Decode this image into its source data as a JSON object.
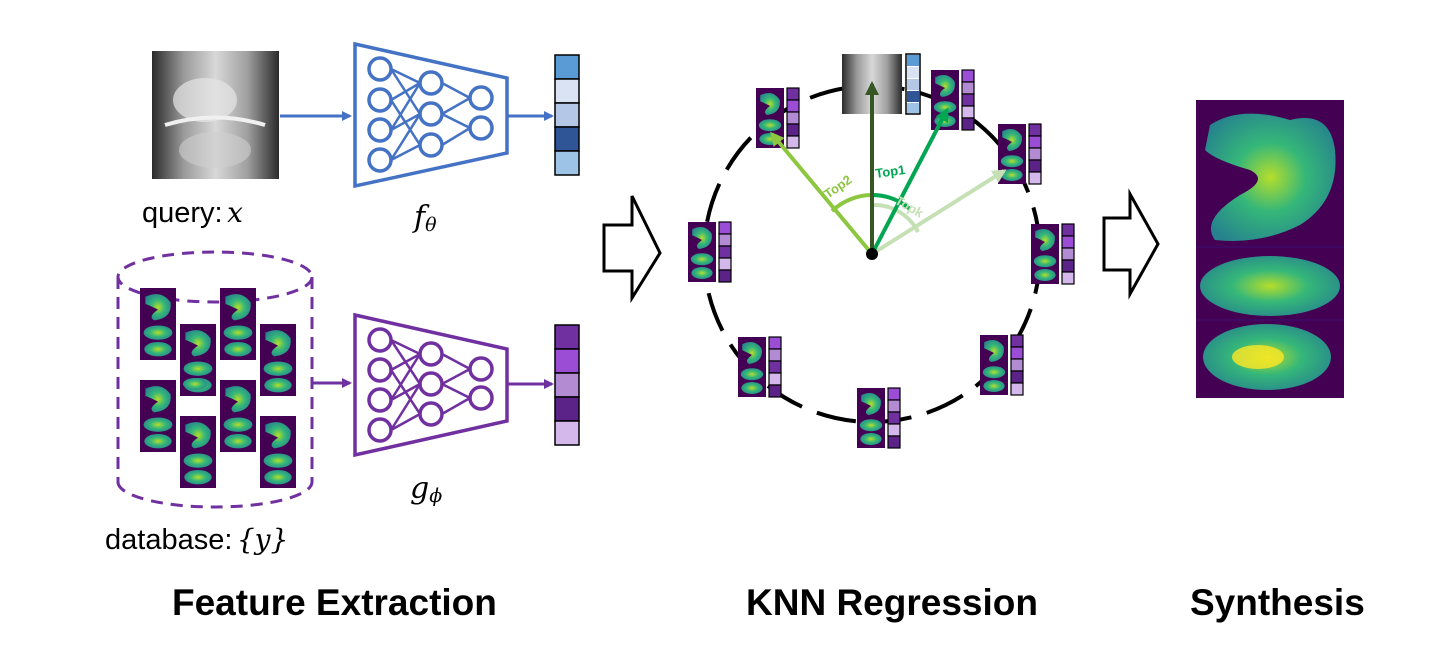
{
  "labels": {
    "query_prefix": "query:",
    "query_var": "x",
    "database_prefix": "database:",
    "database_var": "{y}",
    "f_symbol": "f",
    "f_sub": "θ",
    "g_symbol": "g",
    "g_sub": "ϕ"
  },
  "arrow_labels": {
    "top1": "Top1",
    "top2": "Top2",
    "topk": "Topk"
  },
  "sections": {
    "feature_extraction": "Feature Extraction",
    "knn_regression": "KNN Regression",
    "synthesis": "Synthesis"
  },
  "colors": {
    "encoder_f": "#4472c4",
    "encoder_g": "#7030a0",
    "top1": "#00a651",
    "top2": "#8dc63f",
    "topk": "#c5e0b4",
    "query_arrow": "#375623",
    "viridis_dark": "#440154",
    "viridis_mid": "#21918c",
    "viridis_light": "#fde725"
  },
  "query_feature_shades": [
    "#5b9bd5",
    "#dae3f3",
    "#b4c7e7",
    "#2f5597",
    "#9dc3e6"
  ],
  "db_feature_shades": [
    "#7030a0",
    "#9b4dd6",
    "#b38bd3",
    "#5b2288",
    "#d4b8ec"
  ]
}
